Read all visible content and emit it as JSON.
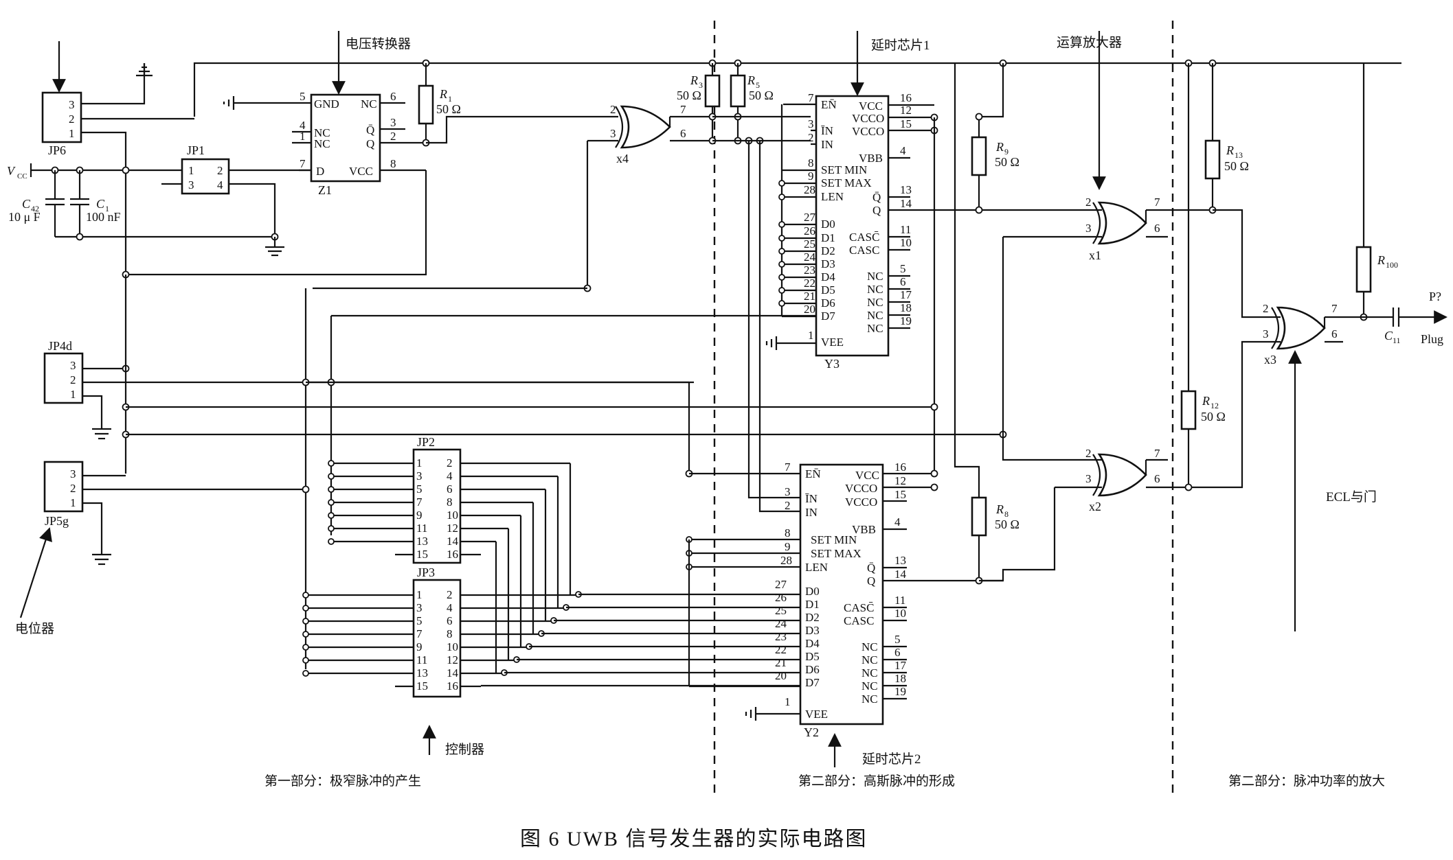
{
  "caption": "图 6   UWB 信号发生器的实际电路图",
  "sections": {
    "part1": "第一部分：极窄脉冲的产生",
    "part2": "第二部分：高斯脉冲的形成",
    "part3": "第二部分：脉冲功率的放大"
  },
  "annotations": {
    "voltage_converter": "电压转换器",
    "delay_chip1": "延时芯片1",
    "delay_chip2": "延时芯片2",
    "op_amp": "运算放大器",
    "potentiometer": "电位器",
    "controller": "控制器",
    "ecl_and": "ECL与门"
  },
  "components": {
    "jp6": "JP6",
    "jp1": "JP1",
    "jp4d": "JP4d",
    "jp5g": "JP5g",
    "jp2": "JP2",
    "jp3": "JP3",
    "z1": "Z1",
    "y3": "Y3",
    "y2": "Y2",
    "x1": "x1",
    "x2": "x2",
    "x3": "x3",
    "x4": "x4",
    "vcc": "V",
    "vcc_sub": "CC",
    "c42": "C",
    "c42_sub": "42",
    "c42_val": "10 μ F",
    "c1": "C",
    "c1_sub": "1",
    "c1_val": "100 nF",
    "r1": "R",
    "r1_sub": "1",
    "r1_val": "50 Ω",
    "r3": "R",
    "r3_sub": "3",
    "r3_val": "50 Ω",
    "r5": "R",
    "r5_sub": "5",
    "r5_val": "50 Ω",
    "r9": "R",
    "r9_sub": "9",
    "r9_val": "50 Ω",
    "r8": "R",
    "r8_sub": "8",
    "r8_val": "50 Ω",
    "r13": "R",
    "r13_sub": "13",
    "r13_val": "50 Ω",
    "r12": "R",
    "r12_sub": "12",
    "r12_val": "50 Ω",
    "r100": "R",
    "r100_sub": "100",
    "c11": "C",
    "c11_sub": "11",
    "output": "P?",
    "plug": "Plug"
  },
  "z1_pins": {
    "left": [
      [
        "5",
        "GND"
      ],
      [
        "4",
        "NC"
      ],
      [
        "1",
        "NC"
      ],
      [
        "7",
        "D"
      ]
    ],
    "right": [
      [
        "6",
        "NC"
      ],
      [
        "3",
        "Q̄"
      ],
      [
        "2",
        "Q"
      ],
      [
        "8",
        "VCC"
      ]
    ]
  },
  "delay_chip_pins": {
    "left": [
      [
        "7",
        "EN̄"
      ],
      [
        "3",
        "ĪN"
      ],
      [
        "2",
        "IN"
      ],
      [
        "8",
        "SET MIN"
      ],
      [
        "9",
        "SET MAX"
      ],
      [
        "28",
        "LEN"
      ],
      [
        "27",
        "D0"
      ],
      [
        "26",
        "D1"
      ],
      [
        "25",
        "D2"
      ],
      [
        "24",
        "D3"
      ],
      [
        "23",
        "D4"
      ],
      [
        "22",
        "D5"
      ],
      [
        "21",
        "D6"
      ],
      [
        "20",
        "D7"
      ],
      [
        "1",
        "VEE"
      ]
    ],
    "right": [
      [
        "16",
        "VCC"
      ],
      [
        "12",
        "VCCO"
      ],
      [
        "15",
        "VCCO"
      ],
      [
        "4",
        "VBB"
      ],
      [
        "13",
        "Q̄"
      ],
      [
        "14",
        "Q"
      ],
      [
        "11",
        "CASC̄"
      ],
      [
        "10",
        "CASC"
      ],
      [
        "5",
        "NC"
      ],
      [
        "6",
        "NC"
      ],
      [
        "17",
        "NC"
      ],
      [
        "18",
        "NC"
      ],
      [
        "19",
        "NC"
      ]
    ]
  },
  "jp_pins": {
    "left": [
      "1",
      "3",
      "5",
      "7",
      "9",
      "11",
      "13",
      "15"
    ],
    "right": [
      "2",
      "4",
      "6",
      "8",
      "10",
      "12",
      "14",
      "16"
    ]
  },
  "header_pins": [
    "3",
    "2",
    "1"
  ],
  "jp1_pins": [
    "1",
    "2",
    "3",
    "4"
  ],
  "gate_pins": [
    "2",
    "3",
    "7",
    "6"
  ]
}
